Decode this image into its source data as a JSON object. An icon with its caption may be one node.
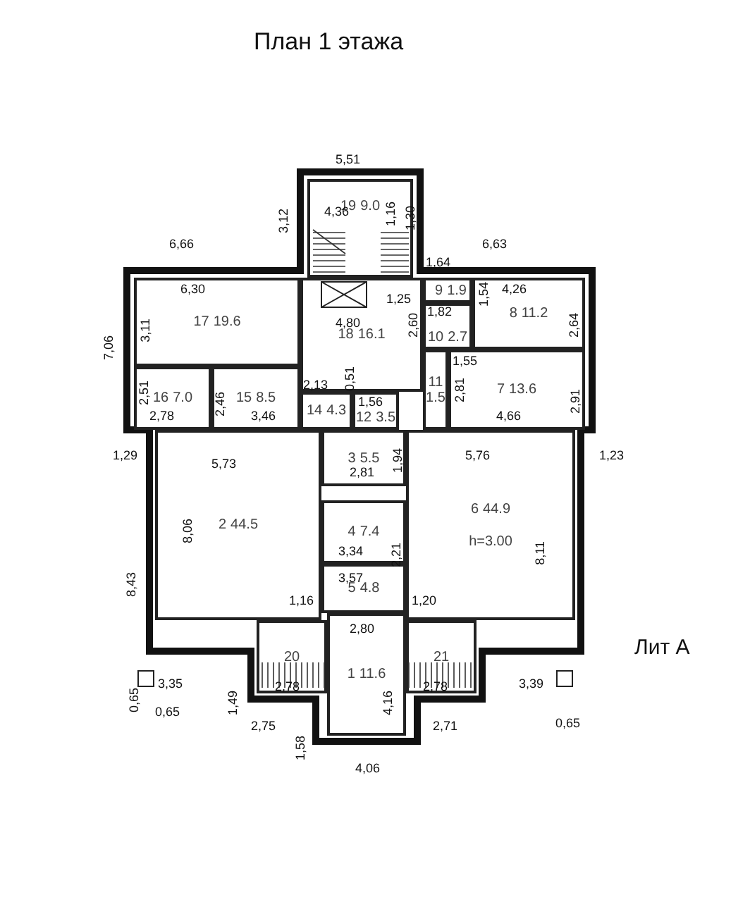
{
  "diagram": {
    "title": "План 1 этажа",
    "nodes": [
      {
        "text": [
          "19",
          "9.0"
        ]
      },
      {
        "text": [
          "17",
          "19.6"
        ]
      },
      {
        "text": [
          "18",
          "16.1"
        ]
      },
      {
        "text": [
          "9",
          "1.9"
        ]
      },
      {
        "text": [
          "10",
          "2.7"
        ]
      },
      {
        "text": [
          "8",
          "11.2"
        ]
      },
      {
        "text": [
          "16",
          "7.0"
        ]
      },
      {
        "text": [
          "15",
          "8.5"
        ]
      },
      {
        "text": [
          "14",
          "4.3"
        ]
      },
      {
        "text": [
          "12",
          "3.5"
        ]
      },
      {
        "text": [
          "11",
          "1.5"
        ]
      },
      {
        "text": [
          "7",
          "13.6"
        ]
      },
      {
        "text": [
          "3",
          "5.5"
        ]
      },
      {
        "text": [
          "2",
          "44.5"
        ]
      },
      {
        "text": [
          "6",
          "44.9",
          "h=3.00"
        ]
      },
      {
        "text": [
          "4",
          "7.4"
        ]
      },
      {
        "text": [
          "5",
          "4.8"
        ]
      },
      {
        "text": [
          "20"
        ]
      },
      {
        "text": [
          "1",
          "11.6"
        ]
      },
      {
        "text": [
          "21"
        ]
      }
    ],
    "edges": [],
    "labels": [
      "5,51",
      "6,66",
      "3,12",
      "4,36",
      "1,16",
      "1,30",
      "6,63",
      "6,30",
      "3,11",
      "4,80",
      "1,25",
      "1,64",
      "1,54",
      "4,26",
      "2,64",
      "1,82",
      "2,60",
      "7,06",
      "1,55",
      "2,13",
      "0,51",
      "1,56",
      "2,51",
      "2,78",
      "2,46",
      "3,46",
      "2,81",
      "2,91",
      "4,66",
      "1,29",
      "5,73",
      "2,81",
      "1,94",
      "5,76",
      "1,23",
      "8,06",
      "3,34",
      "2,21",
      "8,11",
      "8,43",
      "3,57",
      "1,16",
      "1,20",
      "2,80",
      "Лит А",
      "0,65",
      "3,35",
      "1,49",
      "2,78",
      "4,16",
      "2,78",
      "3,39",
      "0,65",
      "2,75",
      "2,71",
      "0,65",
      "1,58",
      "4,06"
    ]
  }
}
